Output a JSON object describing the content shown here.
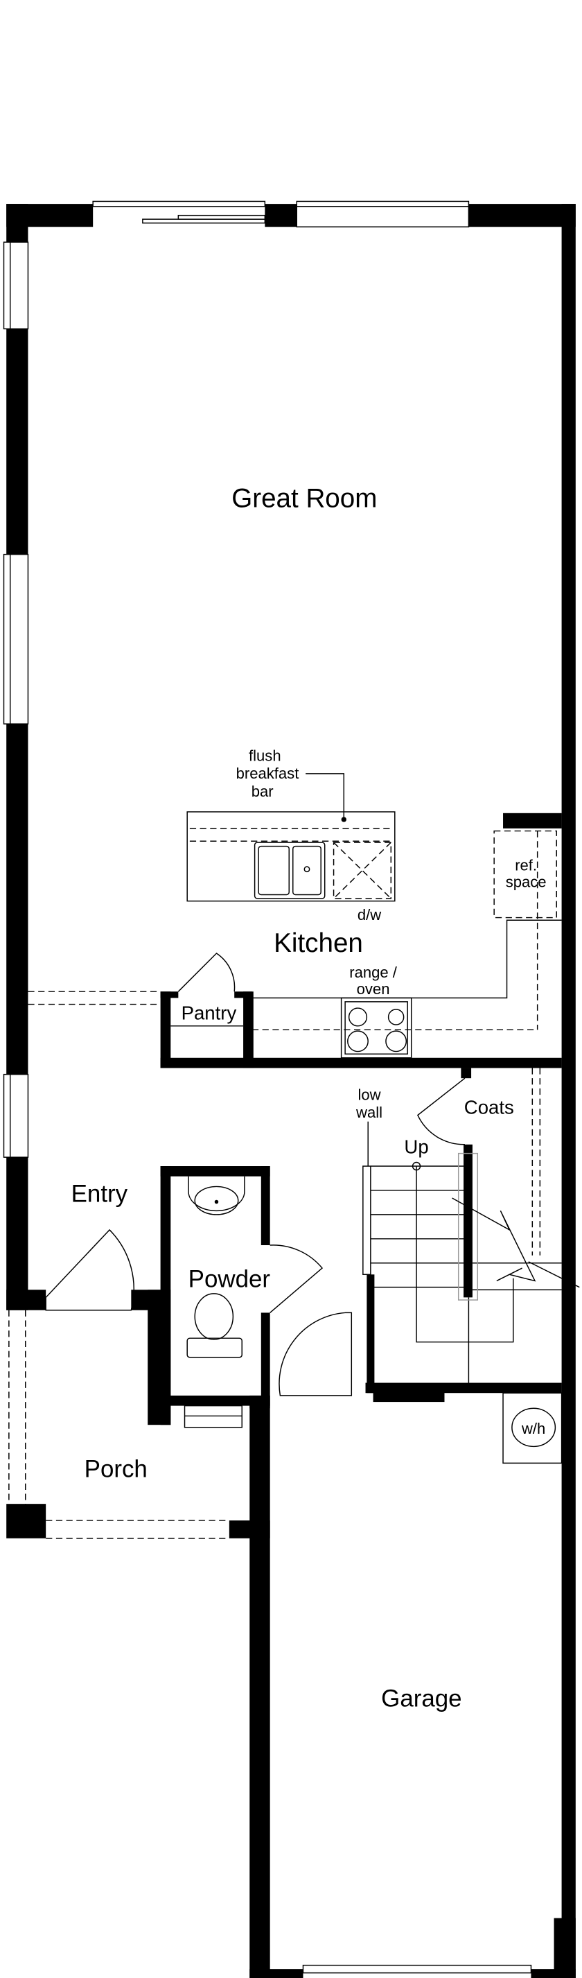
{
  "plan": {
    "rooms": {
      "great_room": "Great Room",
      "kitchen": "Kitchen",
      "pantry": "Pantry",
      "entry": "Entry",
      "powder": "Powder",
      "porch": "Porch",
      "garage": "Garage",
      "coats": "Coats"
    },
    "notes": {
      "flush": "flush",
      "breakfast": "breakfast",
      "bar": "bar",
      "dw": "d/w",
      "ref1": "ref.",
      "ref2": "space",
      "range1": "range /",
      "range2": "oven",
      "low1": "low",
      "low2": "wall",
      "up": "Up",
      "wh": "w/h"
    }
  }
}
